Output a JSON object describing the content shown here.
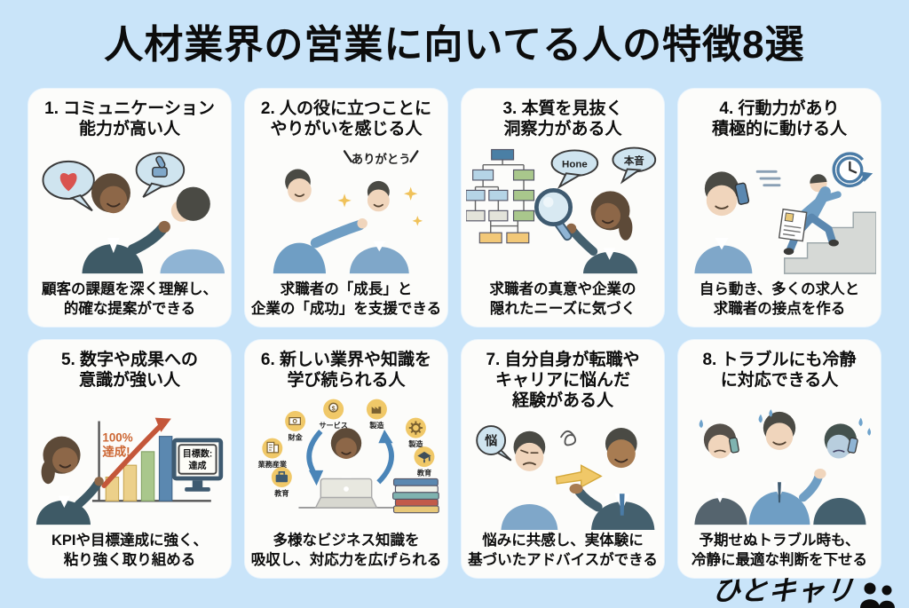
{
  "page": {
    "title": "人材業界の営業に向いてる人の特徴8選",
    "background_color": "#c9e4f9",
    "card_color": "#fcfcfa"
  },
  "logo": {
    "text": "ひとキャリ",
    "icon": "two-people-silhouette"
  },
  "cards": [
    {
      "title": "1. コミュニケーション\n能力が高い人",
      "description": "顧客の課題を深く理解し、\n的確な提案ができる",
      "illustration": "woman-and-man-talking-with-heart-and-thumbs-up-bubbles"
    },
    {
      "title": "2. 人の役に立つことに\nやりがいを感じる人",
      "description": "求職者の「成長」と\n企業の「成功」を支援できる",
      "speech_text": "ありがとう",
      "illustration": "man-thanking-another-with-sparkles"
    },
    {
      "title": "3. 本質を見抜く\n洞察力がある人",
      "description": "求職者の真意や企業の\n隠れたニーズに気づく",
      "bubbles": [
        "Hone",
        "本音"
      ],
      "illustration": "woman-with-magnifier-inspecting-org-chart"
    },
    {
      "title": "4. 行動力があり\n積極的に動ける人",
      "description": "自ら動き、多くの求人と\n求職者の接点を作る",
      "illustration": "man-on-phone-and-man-running-up-stairs-with-clock"
    },
    {
      "title": "5. 数字や成果への\n意識が強い人",
      "description": "KPIや目標達成に強く、\n粘り強く取り組める",
      "achievement_lines": [
        "100%",
        "達成!"
      ],
      "monitor_lines": [
        "目標数:",
        "達成"
      ],
      "illustration": "woman-pointing-at-rising-bar-chart-and-monitor"
    },
    {
      "title": "6. 新しい業界や知識を\n学び続られる人",
      "description": "多様なビジネス知識を\n吸収し、対応力を広げられる",
      "industry_labels": [
        "サービス",
        "製造",
        "財金",
        "製造",
        "業務産業",
        "教育",
        "教育"
      ],
      "illustration": "woman-at-laptop-surrounded-by-industry-icons-and-books"
    },
    {
      "title": "7. 自分自身が転職や\nキャリアに悩んだ\n経験がある人",
      "description": "悩みに共感し、実体験に\n基づいたアドバイスができる",
      "bubble_text": "悩",
      "illustration": "worried-man-turning-into-confident-advisor"
    },
    {
      "title": "8. トラブルにも冷静\nに対応できる人",
      "description": "予期せぬトラブル時も、\n冷静に最適な判断を下せる",
      "illustration": "calm-man-between-two-panicking-coworkers-on-phones"
    }
  ]
}
